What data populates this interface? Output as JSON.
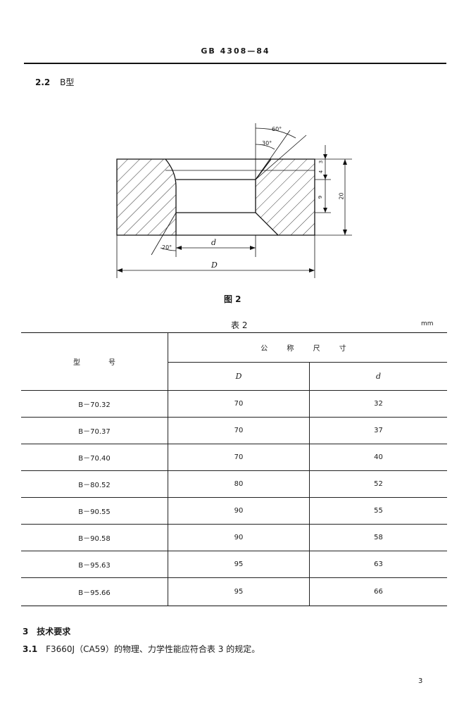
{
  "header": {
    "standard_no": "GB 4308—84"
  },
  "section_2_2": {
    "number": "2.2",
    "title": "B型"
  },
  "figure": {
    "caption": "图 2",
    "angle_60": "60°",
    "angle_30": "30°",
    "angle_20": "20°",
    "dim_d": "d",
    "dim_D": "D",
    "dim_3": "3",
    "dim_4": "4",
    "dim_9": "9",
    "dim_20": "20"
  },
  "table2": {
    "caption": "表 2",
    "unit": "mm",
    "col_model": "型　　　　号",
    "col_group": "公 称 尺 寸",
    "col_D": "D",
    "col_d": "d",
    "rows": [
      {
        "model": "B－70.32",
        "D": "70",
        "d": "32"
      },
      {
        "model": "B－70.37",
        "D": "70",
        "d": "37"
      },
      {
        "model": "B－70.40",
        "D": "70",
        "d": "40"
      },
      {
        "model": "B－80.52",
        "D": "80",
        "d": "52"
      },
      {
        "model": "B－90.55",
        "D": "90",
        "d": "55"
      },
      {
        "model": "B－90.58",
        "D": "90",
        "d": "58"
      },
      {
        "model": "B－95.63",
        "D": "95",
        "d": "63"
      },
      {
        "model": "B－95.66",
        "D": "95",
        "d": "66"
      }
    ]
  },
  "section_3": {
    "number": "3",
    "title": "技术要求"
  },
  "clause_3_1": {
    "number": "3.1",
    "text": "F3660J（CA59）的物理、力学性能应符合表 3 的规定。"
  },
  "page_number": "3"
}
